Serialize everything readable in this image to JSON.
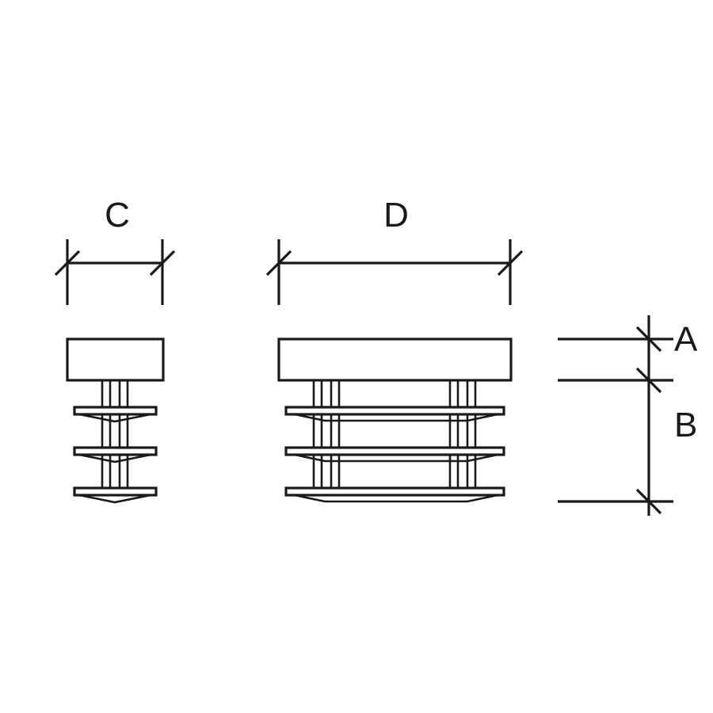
{
  "dimensions": {
    "c": "C",
    "d": "D",
    "a": "A",
    "b": "B"
  },
  "colors": {
    "line": "#1a1a1a",
    "background": "#ffffff"
  }
}
